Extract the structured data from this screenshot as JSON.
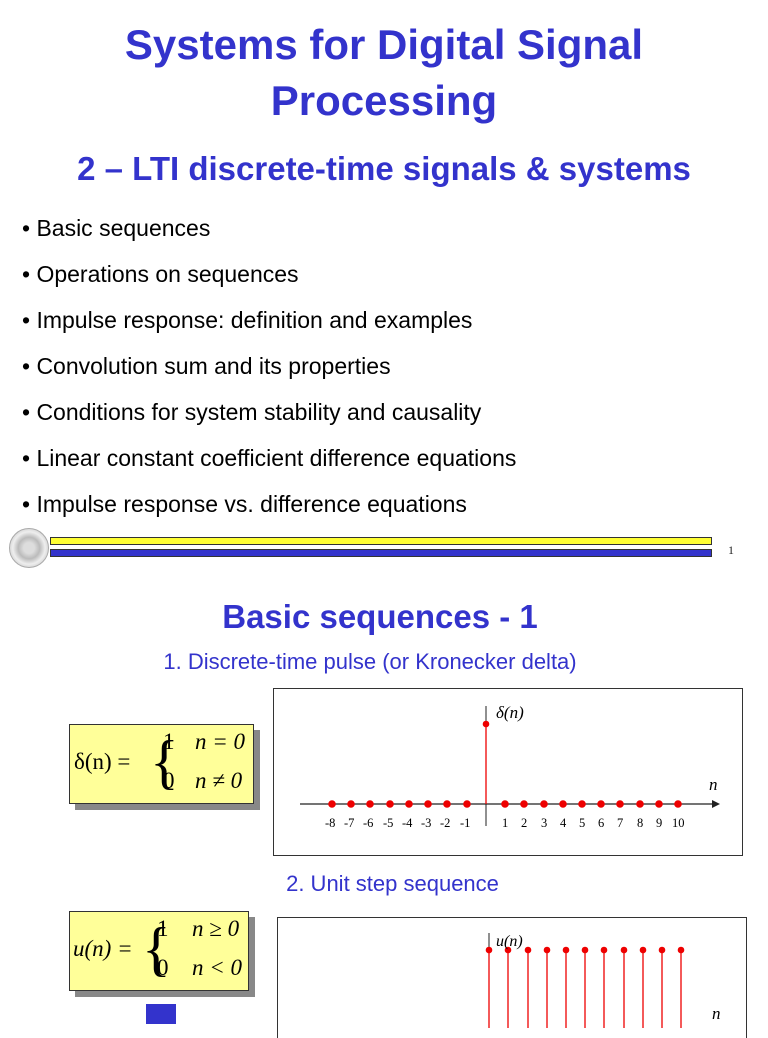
{
  "slide1": {
    "title_line1": "Systems for Digital Signal",
    "title_line2": "Processing",
    "subtitle": "2 – LTI discrete-time signals & systems",
    "bullets": [
      "• Basic sequences",
      "• Operations on sequences",
      "• Impulse response: definition and examples",
      "• Convolution sum and its properties",
      "• Conditions for system stability and causality",
      "• Linear constant coefficient difference equations",
      "• Impulse response vs. difference equations"
    ],
    "page_number": "1",
    "colors": {
      "accent": "#3333cc",
      "yellow_bar": "#ffff33",
      "blue_bar": "#3333cc"
    }
  },
  "slide2": {
    "title": "Basic sequences - 1",
    "section1": "1. Discrete-time pulse (or Kronecker delta)",
    "delta_formula": {
      "lhs": "δ(n) =",
      "case1_val": "1",
      "case1_cond": "n = 0",
      "case2_val": "0",
      "case2_cond": "n ≠ 0"
    },
    "delta_chart": {
      "ylabel": "δ(n)",
      "xlabel": "n",
      "ticks": [
        "-8",
        "-7",
        "-6",
        "-5",
        "-4",
        "-3",
        "-2",
        "-1",
        "1",
        "2",
        "3",
        "4",
        "5",
        "6",
        "7",
        "8",
        "9",
        "10"
      ]
    },
    "section2": "2. Unit step sequence",
    "step_formula": {
      "lhs": "u(n) =",
      "case1_val": "1",
      "case1_cond": "n ≥ 0",
      "case2_val": "0",
      "case2_cond": "n < 0"
    },
    "step_chart": {
      "ylabel": "u(n)",
      "xlabel": "n"
    },
    "colors": {
      "formula_bg": "#ffff99",
      "stem": "#ee0000"
    }
  },
  "chart_data": [
    {
      "type": "scatter",
      "title": "δ(n)",
      "xlabel": "n",
      "ylabel": "δ(n)",
      "x": [
        -8,
        -7,
        -6,
        -5,
        -4,
        -3,
        -2,
        -1,
        0,
        1,
        2,
        3,
        4,
        5,
        6,
        7,
        8,
        9,
        10
      ],
      "values": [
        0,
        0,
        0,
        0,
        0,
        0,
        0,
        0,
        1,
        0,
        0,
        0,
        0,
        0,
        0,
        0,
        0,
        0,
        0
      ]
    },
    {
      "type": "scatter",
      "title": "u(n)",
      "xlabel": "n",
      "ylabel": "u(n)",
      "x": [
        0,
        1,
        2,
        3,
        4,
        5,
        6,
        7,
        8,
        9,
        10
      ],
      "values": [
        1,
        1,
        1,
        1,
        1,
        1,
        1,
        1,
        1,
        1,
        1
      ]
    }
  ]
}
